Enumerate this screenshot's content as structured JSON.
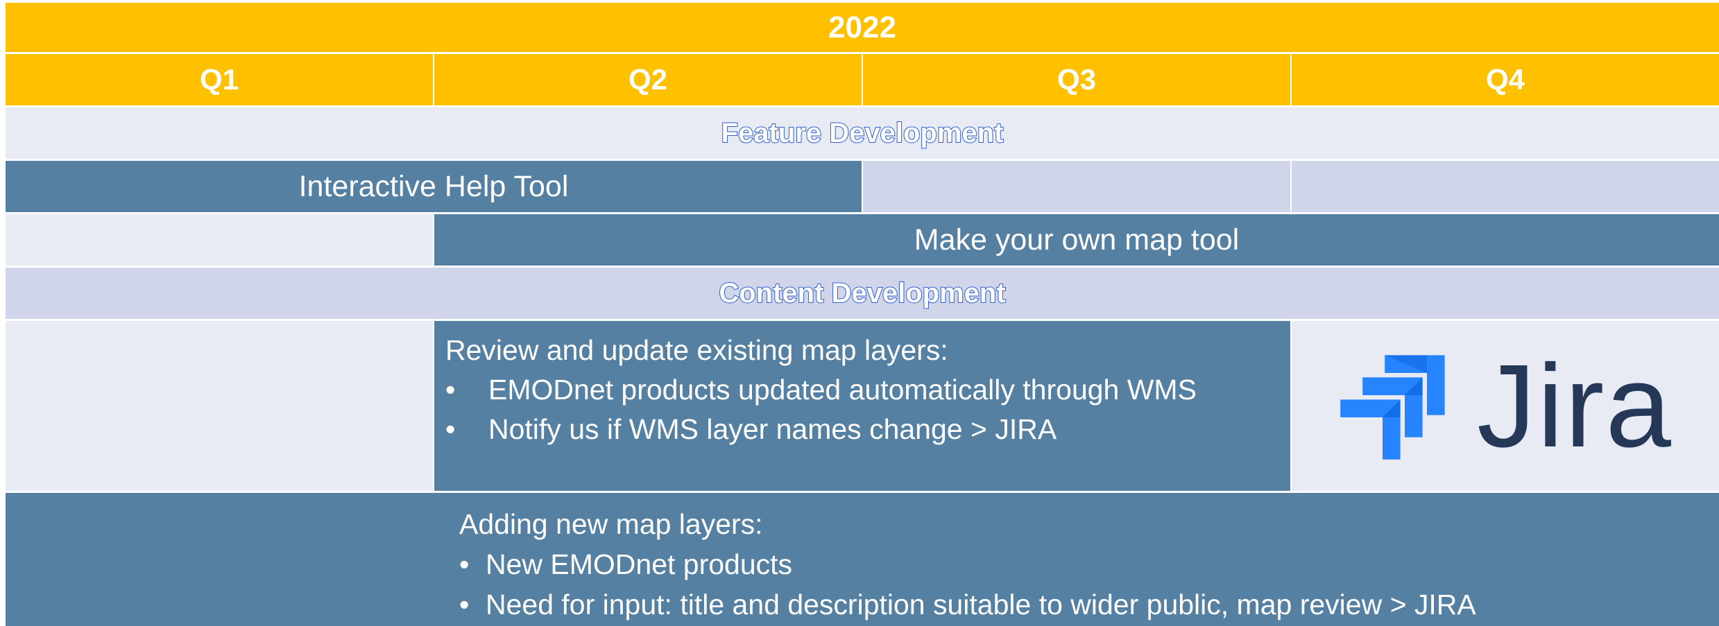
{
  "year": "2022",
  "quarters": [
    "Q1",
    "Q2",
    "Q3",
    "Q4"
  ],
  "sections": {
    "feature": "Feature Development",
    "content": "Content Development"
  },
  "bars": {
    "help_tool": "Interactive Help Tool",
    "map_tool": "Make your own map tool"
  },
  "review": {
    "heading": "Review and update existing map layers:",
    "bullets": [
      "EMODnet products updated automatically through WMS",
      "Notify us if WMS layer names change > JIRA"
    ]
  },
  "adding": {
    "heading": "Adding new map layers:",
    "bullets": [
      "New EMODnet products",
      "Need for input: title and description suitable to wider public, map review > JIRA"
    ]
  },
  "logo": {
    "word": "Jira",
    "colors": {
      "mark": "#2684FF",
      "mark_dark": "#0052CC",
      "text": "#253858"
    }
  },
  "bullet_char": "•",
  "colors": {
    "header": "#FFC000",
    "bar": "#5580A2",
    "light": "#E8EAF4",
    "lavender": "#D0D5EA",
    "section_outline": "#2F5FD0"
  }
}
